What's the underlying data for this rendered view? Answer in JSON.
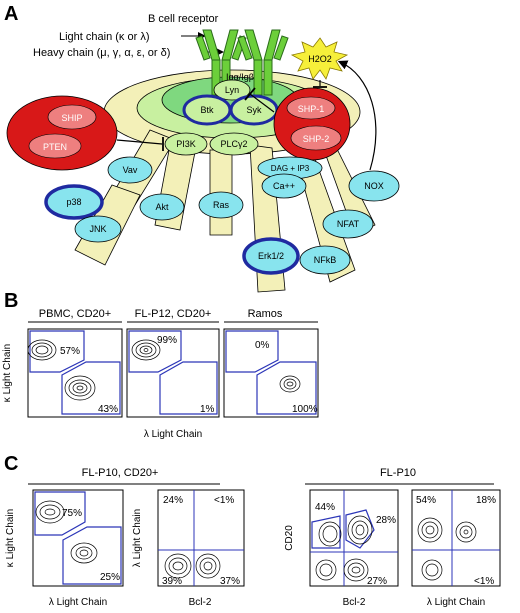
{
  "panelA": {
    "letter": "A",
    "receptor_title": "B cell receptor",
    "light_chain": "Light chain (κ or λ)",
    "heavy_chain": "Heavy chain (μ, γ, α, ε, or δ)",
    "ig_alpha_beta": "Igα/Igβ",
    "h2o2": "H2O2",
    "nodes": {
      "lyn": "Lyn",
      "btk": "Btk",
      "syk": "Syk",
      "pi3k": "PI3K",
      "plcg2": "PLCγ2",
      "ship": "SHIP",
      "pten": "PTEN",
      "shp1": "SHP-1",
      "shp2": "SHP-2",
      "vav": "Vav",
      "akt": "Akt",
      "ras": "Ras",
      "dag_ip3": "DAG + IP3",
      "ca": "Ca++",
      "nox": "NOX",
      "p38": "p38",
      "jnk": "JNK",
      "erk": "Erk1/2",
      "nfat": "NFAT",
      "nfkb": "NFkB"
    }
  },
  "panelB": {
    "letter": "B",
    "x_label": "λ Light Chain",
    "y_label": "κ Light Chain",
    "plots": [
      {
        "title": "PBMC, CD20+",
        "kappa_pct": "57%",
        "lambda_pct": "43%"
      },
      {
        "title": "FL-P12, CD20+",
        "kappa_pct": "99%",
        "lambda_pct": "1%"
      },
      {
        "title": "Ramos",
        "kappa_pct": "0%",
        "lambda_pct": "100%"
      }
    ]
  },
  "panelC": {
    "letter": "C",
    "group1_title": "FL-P10, CD20+",
    "group2_title": "FL-P10",
    "plot1": {
      "x_label": "λ Light Chain",
      "y_label": "κ Light Chain",
      "kappa_pct": "75%",
      "lambda_pct": "25%"
    },
    "plot2": {
      "x_label": "Bcl-2",
      "y_label": "λ Light Chain",
      "ul": "24%",
      "ur": "<1%",
      "ll": "39%",
      "lr": "37%"
    },
    "plot3": {
      "x_label": "Bcl-2",
      "y_label": "CD20",
      "ul": "44%",
      "ur": "28%",
      "lr": "27%"
    },
    "plot4": {
      "x_label": "λ Light Chain",
      "y_label": "",
      "ul": "54%",
      "ur": "18%",
      "lr": "<1%"
    }
  },
  "colors": {
    "membrane": "#f3f0b8",
    "core_green": "#7fd87f",
    "light_green": "#c8f0a0",
    "cyan_node": "#88e4ee",
    "red": "#d81818",
    "pink": "#ee7f7f",
    "blue_ring": "#1f2aa0",
    "gate_blue": "#2c36b8",
    "star_yellow": "#f6ef3a"
  }
}
